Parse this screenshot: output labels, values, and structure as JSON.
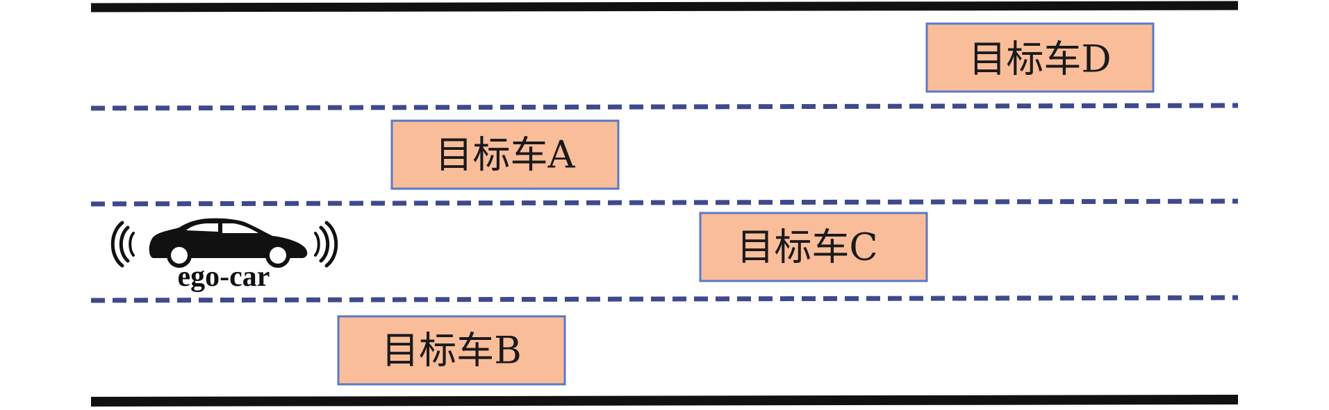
{
  "colors": {
    "road_edge": "#111111",
    "lane_divider": "#3f4a8c",
    "target_fill": "#f9bd9a",
    "target_border": "#5b78c8",
    "ego_car": "#111111"
  },
  "ego": {
    "label": "ego-car",
    "icon": "car-with-sensor-waves-icon"
  },
  "targets": {
    "a": {
      "label": "目标车A"
    },
    "b": {
      "label": "目标车B"
    },
    "c": {
      "label": "目标车C"
    },
    "d": {
      "label": "目标车D"
    }
  }
}
